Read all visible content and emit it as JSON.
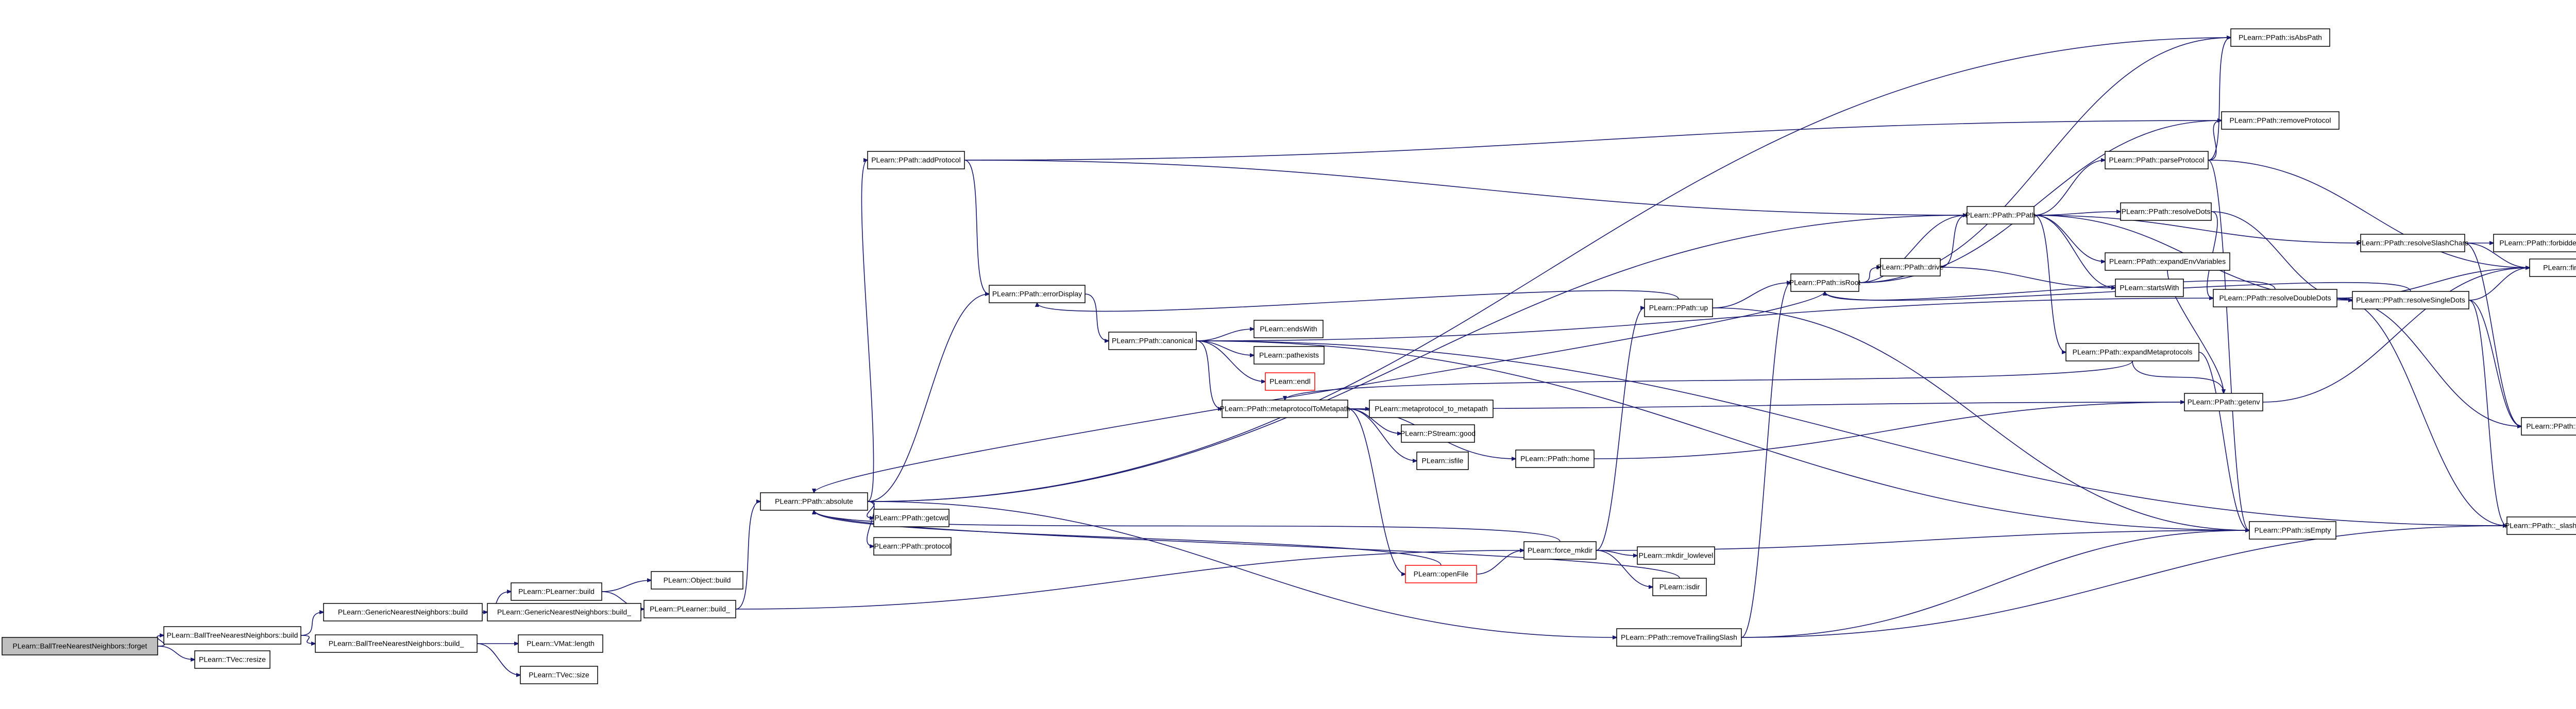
{
  "diagram": {
    "type": "call-graph",
    "edge_color": "#191970",
    "root_fill": "#bfbfbf",
    "nodes": [
      {
        "id": "n0",
        "label": "PLearn::BallTreeNearestNeighbors::forget",
        "root": true
      },
      {
        "id": "n1",
        "label": "PLearn::BallTreeNearestNeighbors::build"
      },
      {
        "id": "n2",
        "label": "PLearn::TVec::resize"
      },
      {
        "id": "n3",
        "label": "PLearn::GenericNearestNeighbors::build"
      },
      {
        "id": "n4",
        "label": "PLearn::BallTreeNearestNeighbors::build_"
      },
      {
        "id": "n5",
        "label": "PLearn::PLearner::build"
      },
      {
        "id": "n6",
        "label": "PLearn::GenericNearestNeighbors::build_"
      },
      {
        "id": "n7",
        "label": "PLearn::VMat::length"
      },
      {
        "id": "n8",
        "label": "PLearn::TVec::size"
      },
      {
        "id": "n9",
        "label": "PLearn::Object::build"
      },
      {
        "id": "n10",
        "label": "PLearn::PLearner::build_"
      },
      {
        "id": "n11",
        "label": "PLearn::PPath::absolute"
      },
      {
        "id": "n12",
        "label": "PLearn::PPath::addProtocol"
      },
      {
        "id": "n13",
        "label": "PLearn::PPath::errorDisplay"
      },
      {
        "id": "n14",
        "label": "PLearn::PPath::getcwd"
      },
      {
        "id": "n15",
        "label": "PLearn::PPath::protocol"
      },
      {
        "id": "n16",
        "label": "PLearn::PPath::canonical"
      },
      {
        "id": "n17",
        "label": "PLearn::endsWith"
      },
      {
        "id": "n18",
        "label": "PLearn::pathexists"
      },
      {
        "id": "n19",
        "label": "PLearn::endl",
        "red": true
      },
      {
        "id": "n20",
        "label": "PLearn::PPath::metaprotocolToMetapath"
      },
      {
        "id": "n21",
        "label": "PLearn::metaprotocol_to_metapath"
      },
      {
        "id": "n22",
        "label": "PLearn::PStream::good"
      },
      {
        "id": "n23",
        "label": "PLearn::isfile"
      },
      {
        "id": "n24",
        "label": "PLearn::openFile",
        "red": true
      },
      {
        "id": "n25",
        "label": "PLearn::PPath::home"
      },
      {
        "id": "n26",
        "label": "PLearn::force_mkdir"
      },
      {
        "id": "n27",
        "label": "PLearn::mkdir_lowlevel"
      },
      {
        "id": "n28",
        "label": "PLearn::isdir"
      },
      {
        "id": "n29",
        "label": "PLearn::PPath::up"
      },
      {
        "id": "n30",
        "label": "PLearn::PPath::PPath"
      },
      {
        "id": "n31",
        "label": "PLearn::PPath::drive"
      },
      {
        "id": "n32",
        "label": "PLearn::PPath::isRoot"
      },
      {
        "id": "n33",
        "label": "PLearn::PPath::removeTrailingSlash"
      },
      {
        "id": "n34",
        "label": "PLearn::PPath::isAbsPath"
      },
      {
        "id": "n35",
        "label": "PLearn::PPath::removeProtocol"
      },
      {
        "id": "n36",
        "label": "PLearn::PPath::parseProtocol"
      },
      {
        "id": "n37",
        "label": "PLearn::PPath::resolveDots"
      },
      {
        "id": "n38",
        "label": "PLearn::PPath::expandEnvVariables"
      },
      {
        "id": "n39",
        "label": "PLearn::startsWith"
      },
      {
        "id": "n40",
        "label": "PLearn::PPath::resolveDoubleDots"
      },
      {
        "id": "n41",
        "label": "PLearn::PPath::expandMetaprotocols"
      },
      {
        "id": "n42",
        "label": "PLearn::PPath::getenv"
      },
      {
        "id": "n43",
        "label": "PLearn::PPath::isEmpty"
      },
      {
        "id": "n44",
        "label": "PLearn::PPath::resolveSlashChars"
      },
      {
        "id": "n45",
        "label": "PLearn::PPath::resolveSingleDots"
      },
      {
        "id": "n46",
        "label": "PLearn::PPath::forbidden_chars"
      },
      {
        "id": "n47",
        "label": "PLearn::find"
      },
      {
        "id": "n48",
        "label": "PLearn::PPath::_slash"
      },
      {
        "id": "n49",
        "label": "PLearn::PPath::_slash_char"
      }
    ]
  }
}
